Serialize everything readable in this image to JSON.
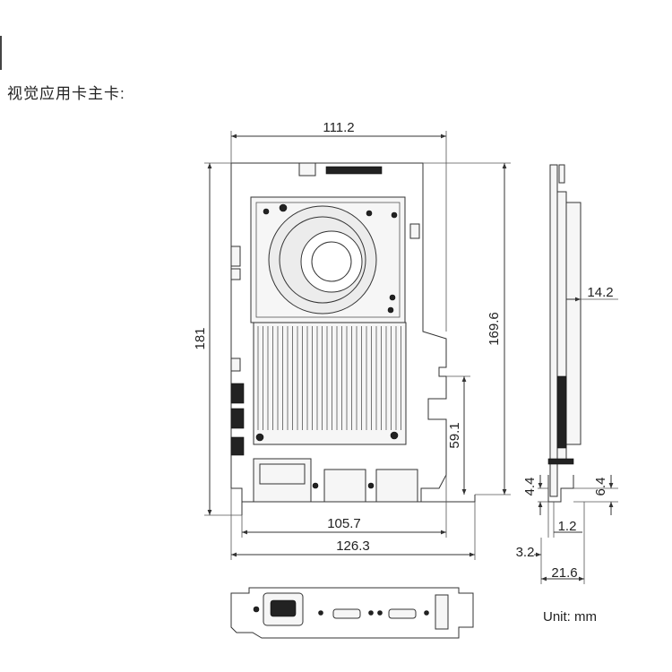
{
  "heading": "视觉应用卡主卡:",
  "unit_label": "Unit: mm",
  "dimensions": {
    "top_width": "111.2",
    "height_total": "181",
    "height_pcb": "169.6",
    "bracket_offset": "59.1",
    "bottom_inner": "105.7",
    "bottom_total": "126.3",
    "side_thickness": "14.2",
    "side_gap_left": "4.4",
    "side_gap_right": "6.4",
    "side_small": "1.2",
    "side_offset": "3.2",
    "side_width": "21.6"
  }
}
